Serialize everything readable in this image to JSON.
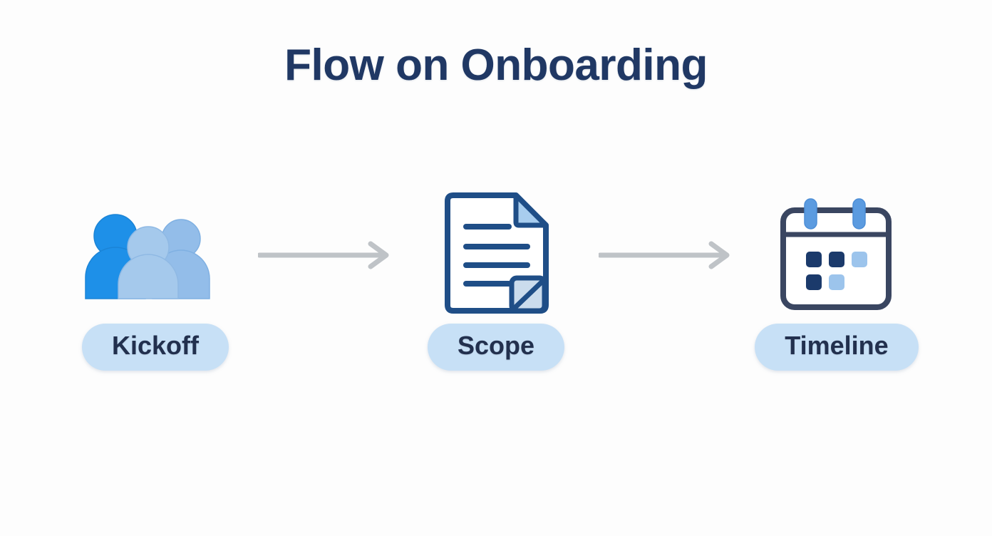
{
  "page": {
    "title": "Flow on Onboarding",
    "background_color": "#fdfdfd",
    "title_color": "#203864"
  },
  "colors": {
    "pill_background": "#c7e0f6",
    "pill_text": "#22304e",
    "arrow": "#bfc3c7",
    "people_primary_blue": "#1e90e8",
    "people_secondary_blue": "#93bde9",
    "document_outline_navy": "#1f4e87",
    "document_accent_light": "#a8cdee",
    "calendar_outline": "#3a4661",
    "calendar_ring_blue": "#5b9be0",
    "calendar_square_dark": "#1b3a6b",
    "calendar_square_light": "#9cc4ec"
  },
  "flow": {
    "steps": [
      {
        "id": "kickoff",
        "label": "Kickoff",
        "icon": "people-group-icon"
      },
      {
        "id": "scope",
        "label": "Scope",
        "icon": "document-icon"
      },
      {
        "id": "timeline",
        "label": "Timeline",
        "icon": "calendar-icon"
      }
    ],
    "connectors": [
      {
        "id": "connector-1",
        "icon": "arrow-right-icon"
      },
      {
        "id": "connector-2",
        "icon": "arrow-right-icon"
      }
    ]
  }
}
